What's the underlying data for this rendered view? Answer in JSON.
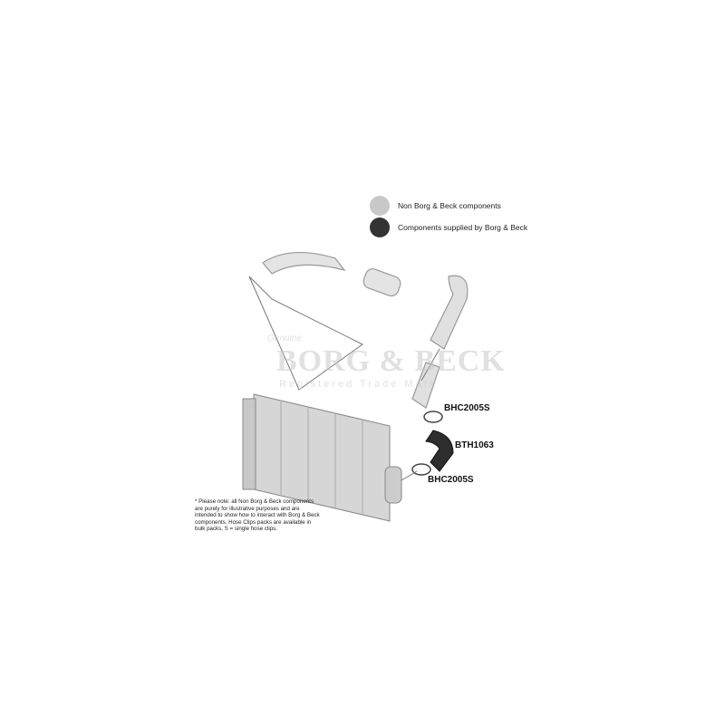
{
  "legend": [
    {
      "label": "Non Borg & Beck components",
      "color": "#c8c8c8"
    },
    {
      "label": "Components supplied by Borg & Beck",
      "color": "#333333"
    }
  ],
  "parts": [
    {
      "label": "BHC2005S"
    },
    {
      "label": "BTH1063"
    },
    {
      "label": "BHC2005S"
    }
  ],
  "note": "* Please note: all Non Borg & Beck components are purely for illustrative purposes and are intended to show how to interact with Borg & Beck components. Hose Clips packs are available in bulk packs, S = single hose clips.",
  "watermark": {
    "script": "Genuine",
    "brand": "BORG & BECK",
    "tagline": "Registered Trade Mark"
  }
}
